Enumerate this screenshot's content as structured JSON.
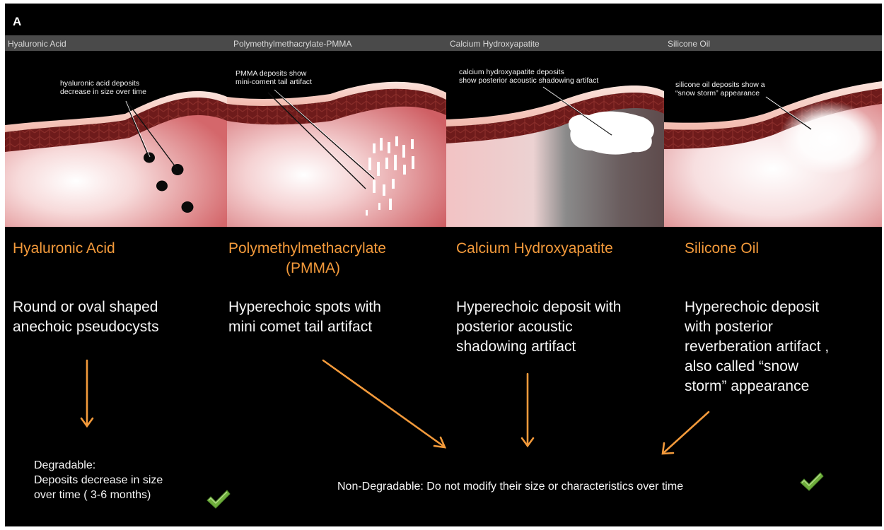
{
  "panel_label": "A",
  "colors": {
    "orange": "#f39a3b",
    "header_bar": "#4a4a4a",
    "background": "#000000",
    "tissue_dark": "#6e1b1b",
    "check_green": "#6fae3c"
  },
  "header_labels": [
    "Hyaluronic Acid",
    "Polymethylmethacrylate-PMMA",
    "Calcium Hydroxyapatite",
    "Silicone Oil"
  ],
  "annotations": {
    "ha": "hyaluronic acid deposits\ndecrease in size over time",
    "pmma": "PMMA deposits show\nmini-coment tail artifact",
    "caha": "calcium hydroxyapatite deposits\nshow posterior acoustic shadowing artifact",
    "silicone": "silicone oil deposits show a\n“snow storm” appearance"
  },
  "titles": {
    "ha": "Hyaluronic Acid",
    "pmma": "Polymethylmethacrylate",
    "pmma_sub": "(PMMA)",
    "caha": "Calcium Hydroxyapatite",
    "silicone": "Silicone Oil"
  },
  "descriptions": {
    "ha": "Round or oval shaped\nanechoic pseudocysts",
    "pmma": "Hyperechoic spots with\nmini comet tail artifact",
    "caha": "Hyperechoic deposit  with\nposterior acoustic\nshadowing artifact",
    "silicone": "Hyperechoic deposit\nwith posterior\nreverberation artifact ,\nalso called “snow\nstorm” appearance"
  },
  "outcomes": {
    "degradable": "Degradable:\nDeposits decrease in size\nover time ( 3-6 months)",
    "non_degradable": "Non-Degradable: Do not modify their size or characteristics  over time"
  },
  "icons": {
    "degradable_check": "checkmark-icon",
    "non_degradable_check": "checkmark-icon"
  }
}
